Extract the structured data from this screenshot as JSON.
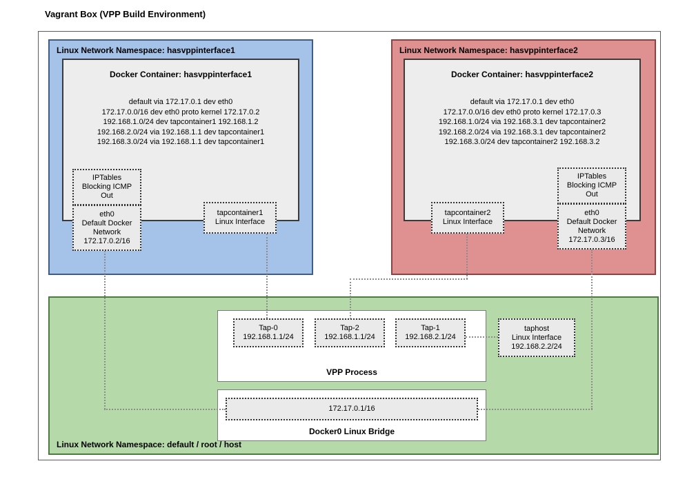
{
  "title": "Vagrant Box (VPP Build Environment)",
  "namespace1": {
    "label": "Linux Network Namespace: hasvppinterface1",
    "container_title": "Docker Container: hasvppinterface1",
    "routes": "default via 172.17.0.1 dev eth0\n172.17.0.0/16 dev eth0 proto kernel 172.17.0.2\n192.168.1.0/24 dev tapcontainer1 192.168.1.2\n192.168.2.0/24 via 192.168.1.1 dev tapcontainer1\n192.168.3.0/24 via 192.168.1.1 dev tapcontainer1",
    "iptables": "IPTables\nBlocking ICMP\nOut",
    "eth0": "eth0\nDefault Docker\nNetwork\n172.17.0.2/16",
    "tap": "tapcontainer1\nLinux Interface"
  },
  "namespace2": {
    "label": "Linux Network Namespace: hasvppinterface2",
    "container_title": "Docker Container: hasvppinterface2",
    "routes": "default via 172.17.0.1 dev eth0\n172.17.0.0/16 dev eth0 proto kernel 172.17.0.3\n192.168.1.0/24 via 192.168.3.1 dev tapcontainer2\n192.168.2.0/24 via 192.168.3.1 dev tapcontainer2\n192.168.3.0/24 dev tapcontainer2 192.168.3.2",
    "iptables": "IPTables\nBlocking ICMP\nOut",
    "eth0": "eth0\nDefault Docker\nNetwork\n172.17.0.3/16",
    "tap": "tapcontainer2\nLinux Interface"
  },
  "host_namespace": {
    "label": "Linux Network Namespace: default / root / host",
    "vpp": {
      "label": "VPP Process",
      "tap0": "Tap-0\n192.168.1.1/24",
      "tap2": "Tap-2\n192.168.1.1/24",
      "tap1": "Tap-1\n192.168.2.1/24"
    },
    "taphost": "taphost\nLinux Interface\n192.168.2.2/24",
    "bridge": {
      "label": "Docker0 Linux Bridge",
      "ip": "172.17.0.1/16"
    }
  },
  "colors": {
    "namespace1_fill": "#a5c3e9",
    "namespace1_border": "#3e5c87",
    "namespace2_fill": "#df9090",
    "namespace2_border": "#8f4040",
    "host_fill": "#b6d9aa",
    "host_border": "#4d7a40",
    "container_fill": "#ededed",
    "dotted_fill": "#eaeaea"
  }
}
